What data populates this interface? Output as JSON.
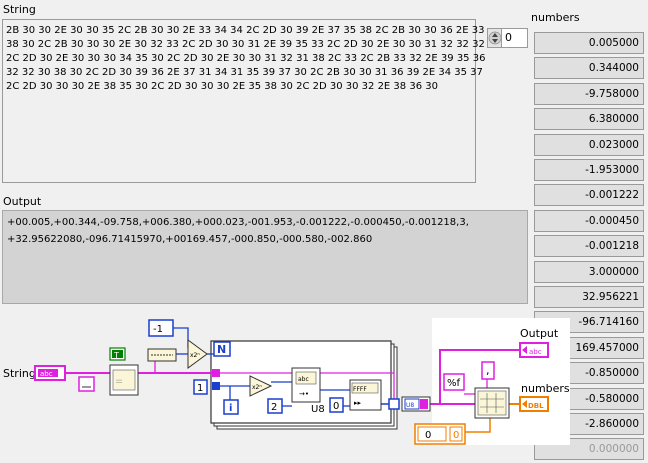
{
  "string_label": "String",
  "hex_lines": [
    "2B 30 30 2E 30 30 35 2C 2B 30 30 2E 33 34 34 2C 2D 30 39 2E 37 35 38 2C 2B 30 30 36 2E 33",
    "38 30 2C 2B 30 30 30 2E 30 32 33 2C 2D 30 30 31 2E 39 35 33 2C 2D 30 2E 30 30 31 32 32 32",
    "2C 2D 30 2E 30 30 30 34 35 30 2C 2D 30 2E 30 30 31 32 31 38 2C 33 2C 2B 33 32 2E 39 35 36",
    "32 32 30 38 30 2C 2D 30 39 36 2E 37 31 34 31 35 39 37 30 2C 2B 30 30 31 36 39 2E 34 35 37",
    "2C 2D 30 30 30 2E 38 35 30 2C 2D 30 30 30 2E 35 38 30 2C 2D 30 30 32 2E 38 36 30"
  ],
  "output_label": "Output",
  "output_lines": [
    "+00.005,+00.344,-09.758,+006.380,+000.023,-001.953,-0.001222,-0.000450,-0.001218,3,",
    "+32.95622080,-096.71415970,+00169.457,-000.850,-000.580,-002.860"
  ],
  "numbers_label": "numbers",
  "array_index": "0",
  "numbers": [
    "0.005000",
    "0.344000",
    "-9.758000",
    "6.380000",
    "0.023000",
    "-1.953000",
    "-0.001222",
    "-0.000450",
    "-0.001218",
    "3.000000",
    "32.956221",
    "-96.714160",
    "169.457000",
    "-0.850000",
    "-0.580000",
    "-2.860000"
  ],
  "numbers_empty": "0.000000",
  "diagram": {
    "string_terminal_label": "String",
    "output_terminal_label": "Output",
    "numbers_terminal_label": "numbers",
    "string_terminal_type": "abc",
    "output_terminal_type": "abc",
    "numbers_terminal_type": "DBL",
    "const_true": "T",
    "const_neg1": "-1",
    "const_1": "1",
    "const_2": "2",
    "const_0": "0",
    "const_format": "%f",
    "const_sep": ",",
    "const_zero_a": "0",
    "const_zero_b": "0",
    "loop_N": "N",
    "loop_i": "i",
    "u8_label": "U8",
    "u8_tag": "U8"
  },
  "colors": {
    "string_wire": "#e020e0",
    "numeric_wire": "#1a3fcc",
    "double_wire": "#f07f00",
    "bool_const": "#008000"
  }
}
